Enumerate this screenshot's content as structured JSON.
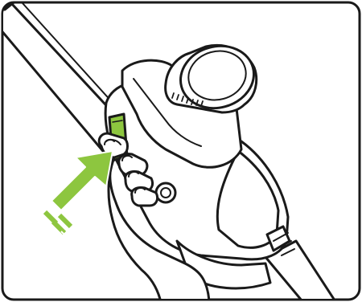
{
  "illustration": {
    "accent_color": "#8dc63f",
    "line_color": "#1a1a1a",
    "background_color": "#ffffff",
    "icons": [
      "power-tool-body",
      "telescopic-pole",
      "lock-button",
      "pressing-hand",
      "push-arrow"
    ]
  }
}
